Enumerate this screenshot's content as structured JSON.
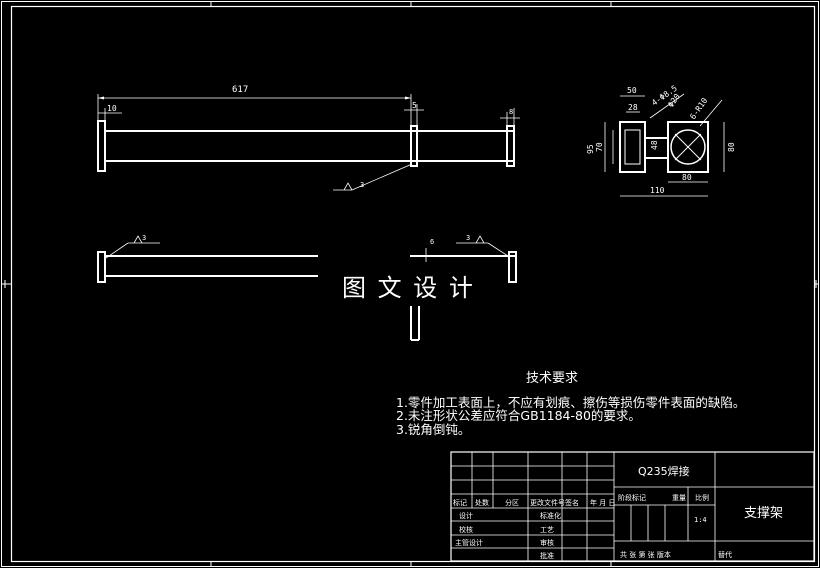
{
  "colors": {
    "background": "#000000",
    "line": "#ffffff"
  },
  "front_view": {
    "dims": {
      "overall_length": "617",
      "left_cap": "10",
      "mid_cap": "5",
      "right_cap": "8"
    },
    "weld_note": "3"
  },
  "plan_view": {
    "weld_left": "3",
    "weld_right": "3",
    "dim_right": "6"
  },
  "watermark": "图 文 设 计",
  "section_view": {
    "dims": {
      "top_width": "50",
      "inner_width": "28",
      "hole_dia": "4-Φ8.5",
      "diag1": "Φ20",
      "diag2": "6-R10",
      "height_outer": "95",
      "height_inner": "70",
      "height_mid": "48",
      "height_right": "80",
      "width_right": "80",
      "total_width": "110"
    }
  },
  "tech_requirements": {
    "title": "技术要求",
    "items": [
      "1.零件加工表面上，不应有划痕、擦伤等损伤零件表面的缺陷。",
      "2.未注形状公差应符合GB1184-80的要求。",
      "3.锐角倒钝。"
    ]
  },
  "title_block": {
    "material": "Q235焊接",
    "part_name": "支撑架",
    "header_labels": [
      "标记",
      "处数",
      "分区",
      "更改文件号",
      "签名",
      "年 月 日"
    ],
    "stage_labels": [
      "阶段标记",
      "重量",
      "比例"
    ],
    "scale": "1:4",
    "role_labels": [
      "设计",
      "校核",
      "主管设计"
    ],
    "right_role_labels": [
      "标准化",
      "工艺",
      "审核",
      "批准"
    ],
    "footer": "共 张 第 张 版本",
    "footer_right": "替代"
  }
}
